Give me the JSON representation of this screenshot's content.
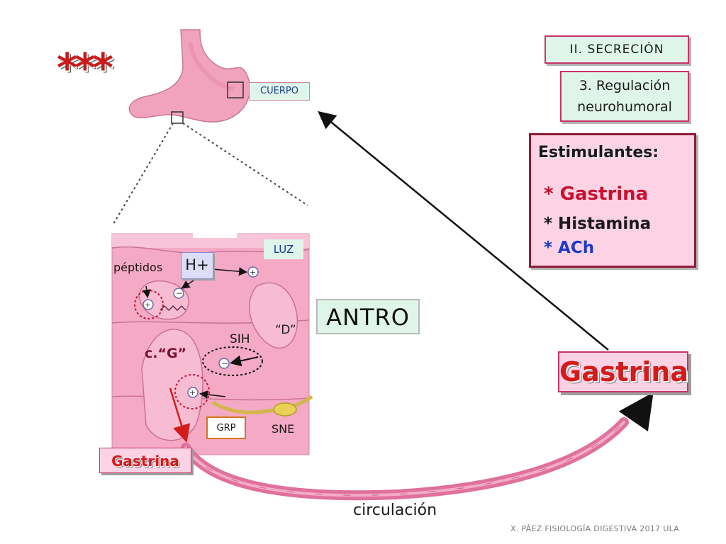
{
  "header": {
    "section": "II. SECRECIÓN",
    "subsection_line1": "3. Regulación",
    "subsection_line2": "neurohumoral",
    "stars": "***"
  },
  "stimulants": {
    "title": "Estimulantes:",
    "items": [
      {
        "text": "* Gastrina",
        "color": "#c8102e"
      },
      {
        "text": "* Histamina",
        "color": "#1a1a1a"
      },
      {
        "text": "* ACh",
        "color": "#1e3acb"
      }
    ]
  },
  "diagram": {
    "cuerpo": "CUERPO",
    "luz": "LUZ",
    "h_plus": "H+",
    "peptidos": "péptidos",
    "antro": "ANTRO",
    "d_cell": "“D”",
    "sih": "SIH",
    "g_cell": "c.“G”",
    "grp": "GRP",
    "sne": "SNE",
    "gastrina_small": "Gastrina",
    "gastrina_big": "Gastrina",
    "circulacion": "circulación"
  },
  "footer": "X. PÁEZ   FISIOLOGÍA DIGESTIVA 2017  ULA",
  "colors": {
    "tissue": "#f4a9c4",
    "tissue_dark": "#e27ea5",
    "cell_bg": "#f7bcd2",
    "vessel": "#e0709c",
    "box_green": "#dff5ea",
    "box_pink": "#fbd3e5",
    "accent_red": "#d41a1a"
  }
}
